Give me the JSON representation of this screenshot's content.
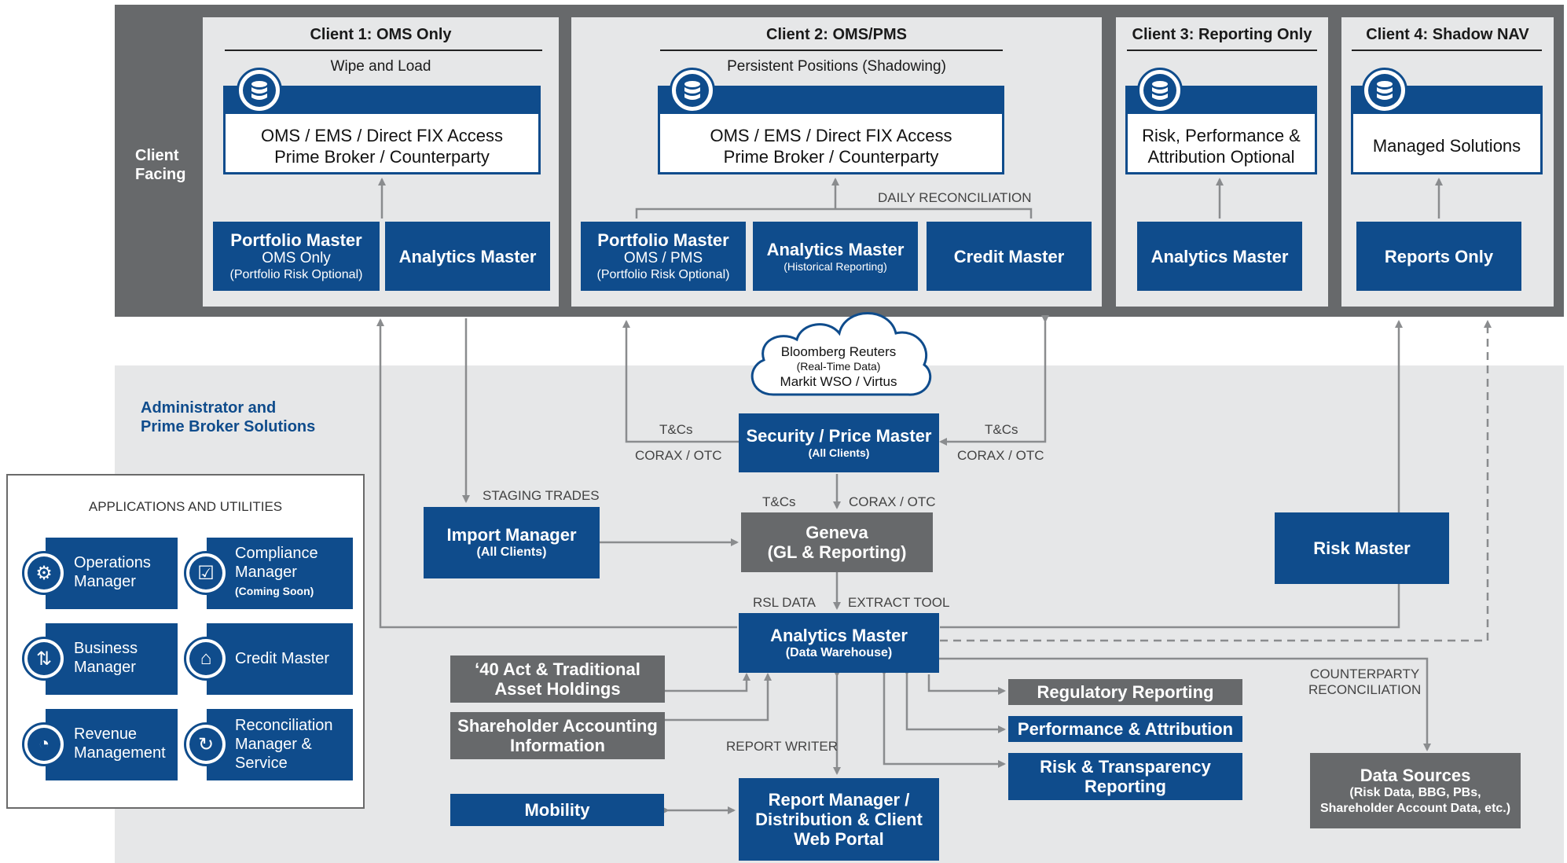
{
  "colors": {
    "blue": "#0f4c8c",
    "dark_gray": "#67696b",
    "light_gray": "#e6e7e8",
    "line": "#8a8c8e"
  },
  "client_facing_label": [
    "Client",
    "Facing"
  ],
  "admin_label": [
    "Administrator and",
    "Prime Broker Solutions"
  ],
  "clients": [
    {
      "title": "Client 1: OMS Only",
      "subtitle": "Wipe and Load",
      "access": [
        "OMS / EMS / Direct FIX Access",
        "Prime Broker / Counterparty"
      ],
      "masters": [
        {
          "lines": [
            "Portfolio Master",
            "OMS Only",
            "(Portfolio Risk Optional)"
          ]
        },
        {
          "lines": [
            "Analytics Master"
          ]
        }
      ]
    },
    {
      "title": "Client 2: OMS/PMS",
      "subtitle": "Persistent Positions (Shadowing)",
      "access": [
        "OMS / EMS / Direct FIX Access",
        "Prime Broker / Counterparty"
      ],
      "recon_label": "DAILY RECONCILIATION",
      "masters": [
        {
          "lines": [
            "Portfolio Master",
            "OMS / PMS",
            "(Portfolio Risk Optional)"
          ]
        },
        {
          "lines": [
            "Analytics Master",
            "(Historical Reporting)"
          ]
        },
        {
          "lines": [
            "Credit Master"
          ]
        }
      ]
    },
    {
      "title": "Client 3: Reporting Only",
      "access": [
        "Risk, Performance &",
        "Attribution Optional"
      ],
      "masters": [
        {
          "lines": [
            "Analytics Master"
          ]
        }
      ]
    },
    {
      "title": "Client 4: Shadow NAV",
      "access": [
        "Managed Solutions"
      ],
      "masters": [
        {
          "lines": [
            "Reports Only"
          ]
        }
      ]
    }
  ],
  "cloud": [
    "Bloomberg Reuters",
    "(Real-Time Data)",
    "Markit WSO / Virtus"
  ],
  "security_master": [
    "Security / Price Master",
    "(All Clients)"
  ],
  "tcs_left": [
    "T&Cs",
    "CORAX / OTC"
  ],
  "tcs_right": [
    "T&Cs",
    "CORAX / OTC"
  ],
  "tcs_mid": [
    "T&Cs",
    "CORAX / OTC"
  ],
  "staging_label": "STAGING TRADES",
  "import_manager": [
    "Import Manager",
    "(All Clients)"
  ],
  "geneva": [
    "Geneva",
    "(GL & Reporting)"
  ],
  "rsl_label": "RSL DATA",
  "extract_label": "EXTRACT TOOL",
  "analytics_master": [
    "Analytics Master",
    "(Data Warehouse)"
  ],
  "risk_master": "Risk Master",
  "act_holdings": [
    "‘40 Act & Traditional",
    "Asset Holdings"
  ],
  "shareholder": [
    "Shareholder Accounting",
    "Information"
  ],
  "report_writer_label": "REPORT WRITER",
  "mobility": "Mobility",
  "report_manager": [
    "Report Manager /",
    "Distribution & Client",
    "Web Portal"
  ],
  "regulatory": "Regulatory Reporting",
  "performance": "Performance & Attribution",
  "risk_transparency": [
    "Risk & Transparency",
    "Reporting"
  ],
  "counterparty_label": [
    "COUNTERPARTY",
    "RECONCILIATION"
  ],
  "data_sources": [
    "Data Sources",
    "(Risk Data, BBG, PBs,",
    "Shareholder Account Data, etc.)"
  ],
  "apps": {
    "title": "APPLICATIONS AND UTILITIES",
    "items": [
      {
        "icon": "gear-icon",
        "glyph": "⚙",
        "lines": [
          "Operations",
          "Manager"
        ]
      },
      {
        "icon": "checkbox-icon",
        "glyph": "☑",
        "lines": [
          "Compliance",
          "Manager",
          "(Coming Soon)"
        ]
      },
      {
        "icon": "sliders-icon",
        "glyph": "⇅",
        "lines": [
          "Business",
          "Manager"
        ]
      },
      {
        "icon": "bank-icon",
        "glyph": "⌂",
        "lines": [
          "Credit Master"
        ]
      },
      {
        "icon": "clock-dollar-icon",
        "glyph": "◔",
        "lines": [
          "Revenue",
          "Management"
        ]
      },
      {
        "icon": "reconcile-icon",
        "glyph": "↻",
        "lines": [
          "Reconciliation",
          "Manager &",
          "Service"
        ]
      }
    ]
  }
}
